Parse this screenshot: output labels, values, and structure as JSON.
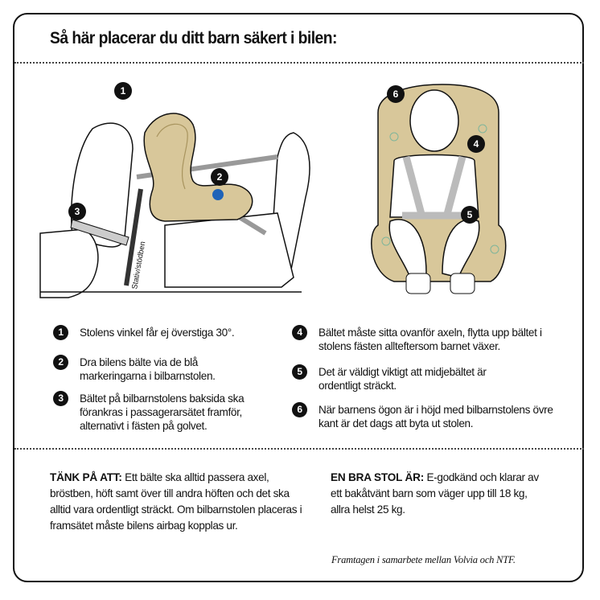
{
  "title": "Så här placerar du ditt barn säkert i bilen:",
  "illustration": {
    "stand_label": "Stativ/stödben",
    "callouts": [
      "1",
      "2",
      "3",
      "4",
      "5",
      "6"
    ]
  },
  "colors": {
    "seat_tan": "#d8c79a",
    "blue_marker": "#1f63b8",
    "outline": "#111111"
  },
  "items": [
    {
      "num": "1",
      "text": "Stolens vinkel får ej överstiga 30°."
    },
    {
      "num": "2",
      "text": "Dra bilens bälte via de blå markeringarna i bilbarnstolen."
    },
    {
      "num": "3",
      "text": "Bältet på bilbarnstolens baksida ska förankras i passagerarsätet framför, alternativt i fästen på golvet."
    },
    {
      "num": "4",
      "text": "Bältet måste sitta ovanför axeln, flytta upp bältet i stolens fästen allteftersom barnet växer."
    },
    {
      "num": "5",
      "text": "Det är väldigt viktigt att midjebältet är ordentligt sträckt."
    },
    {
      "num": "6",
      "text": "När barnens ögon är i höjd med bilbarnstolens övre kant är det dags att byta ut stolen."
    }
  ],
  "tips": {
    "label": "TÄNK PÅ ATT:",
    "text": " Ett bälte ska alltid passera axel, bröstben, höft samt över till andra höften och det ska alltid vara ordentligt sträckt. Om bilbarnstolen placeras i framsätet måste bilens airbag kopplas ur."
  },
  "good_seat": {
    "label": "EN BRA STOL ÄR:",
    "text": " E-godkänd och klarar av ett bakåtvänt barn som väger upp till 18 kg, allra helst 25 kg."
  },
  "credit": "Framtagen i samarbete mellan Volvia och NTF."
}
